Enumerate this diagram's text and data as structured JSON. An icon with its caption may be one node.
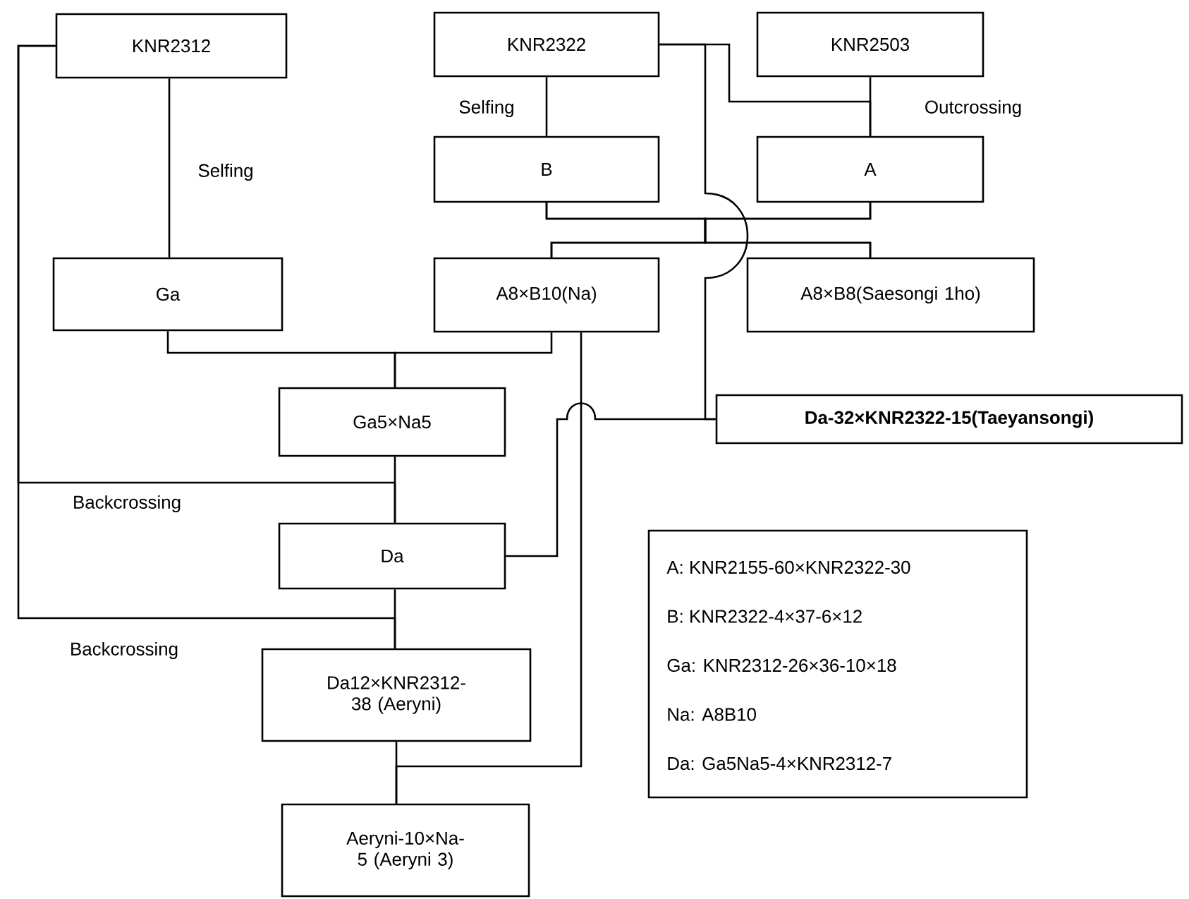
{
  "diagram": {
    "nodes": [
      {
        "text": [
          "KNR2312"
        ]
      },
      {
        "text": [
          "KNR2322"
        ]
      },
      {
        "text": [
          "KNR2503"
        ]
      },
      {
        "text": [
          "B"
        ]
      },
      {
        "text": [
          "A"
        ]
      },
      {
        "text": [
          "Ga"
        ]
      },
      {
        "text": [
          "A8×B10(Na)"
        ]
      },
      {
        "text": [
          "A8×B8(Saesongi 1ho)"
        ]
      },
      {
        "text": [
          "Ga5×Na5"
        ]
      },
      {
        "text": [
          "Da-32×KNR2322-15(Taeyansongi)"
        ]
      },
      {
        "text": [
          "Da"
        ]
      },
      {
        "text": [
          "Da12×KNR2312-38 (Aeryni)"
        ]
      },
      {
        "text": [
          "Aeryni-10×Na-5 (Aeryni 3)"
        ]
      },
      {
        "text": [
          "A: KNR2155-60×KNR2322-30",
          "B: KNR2322-4×37-6×12",
          "Ga: KNR2312-26×36-10×18",
          "Na: A8B10",
          "Da: Ga5Na5-4×KNR2312-7"
        ]
      }
    ],
    "edges": [
      {
        "from": 0,
        "to": 5,
        "arrow": "none",
        "label": "Selfing"
      },
      {
        "from": 0,
        "to": 10,
        "arrow": "none",
        "label": "Backcrossing"
      },
      {
        "from": 0,
        "to": 11,
        "arrow": "none",
        "label": "Backcrossing"
      },
      {
        "from": 1,
        "to": 3,
        "arrow": "none",
        "label": "Selfing"
      },
      {
        "from": 1,
        "to": 4,
        "arrow": "none"
      },
      {
        "from": 2,
        "to": 4,
        "arrow": "none",
        "label": "Outcrossing"
      },
      {
        "from": 1,
        "to": 9,
        "arrow": "none"
      },
      {
        "from": 3,
        "to": 6,
        "arrow": "none"
      },
      {
        "from": 3,
        "to": 7,
        "arrow": "none"
      },
      {
        "from": 4,
        "to": 6,
        "arrow": "none"
      },
      {
        "from": 4,
        "to": 7,
        "arrow": "none"
      },
      {
        "from": 5,
        "to": 8,
        "arrow": "none"
      },
      {
        "from": 6,
        "to": 8,
        "arrow": "none"
      },
      {
        "from": 6,
        "to": 12,
        "arrow": "none"
      },
      {
        "from": 8,
        "to": 10,
        "arrow": "none"
      },
      {
        "from": 10,
        "to": 9,
        "arrow": "none"
      },
      {
        "from": 10,
        "to": 11,
        "arrow": "none"
      },
      {
        "from": 11,
        "to": 12,
        "arrow": "none"
      }
    ]
  }
}
